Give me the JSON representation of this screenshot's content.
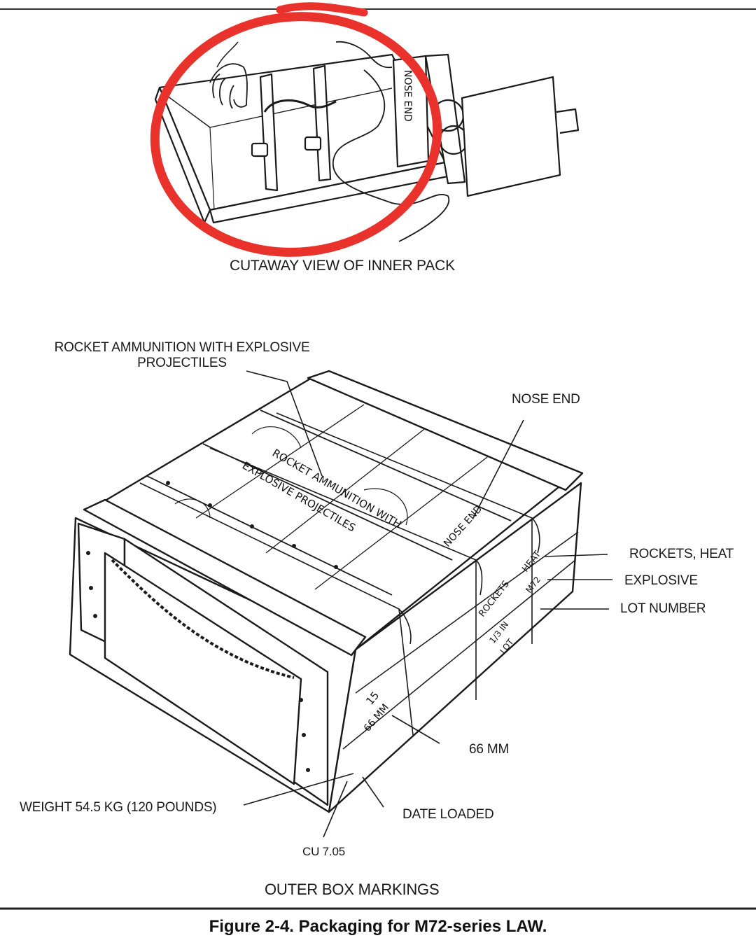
{
  "inner_pack": {
    "title": "CUTAWAY VIEW OF INNER PACK",
    "nose_end_stencil": "NOSE END"
  },
  "outer_box": {
    "title": "OUTER BOX MARKINGS",
    "callouts": {
      "rocket_ammunition_line1": "ROCKET AMMUNITION WITH EXPLOSIVE",
      "rocket_ammunition_line2": "PROJECTILES",
      "nose_end": "NOSE END",
      "rockets_heat": "ROCKETS,  HEAT",
      "explosive": "EXPLOSIVE",
      "lot_number": "LOT NUMBER",
      "mm66": "66 MM",
      "weight": "WEIGHT 54.5 KG (120 POUNDS)",
      "date_loaded": "DATE LOADED",
      "cu": "CU 7.05"
    },
    "lid_stencil_line1": "ROCKET AMMUNITION WITH",
    "lid_stencil_line2": "EXPLOSIVE PROJECTILES",
    "lid_stencil_nose": "NOSE END",
    "side_stencil": {
      "line1": "ROCKETS",
      "line2": "HEAT",
      "line3": "M72",
      "line4": "1/3 IN",
      "line5": "LOT",
      "end_qty": "15",
      "end_size": "66 MM"
    }
  },
  "figure_caption": "Figure 2-4.  Packaging for M72-series LAW.",
  "annotation_color": "#e8322b"
}
